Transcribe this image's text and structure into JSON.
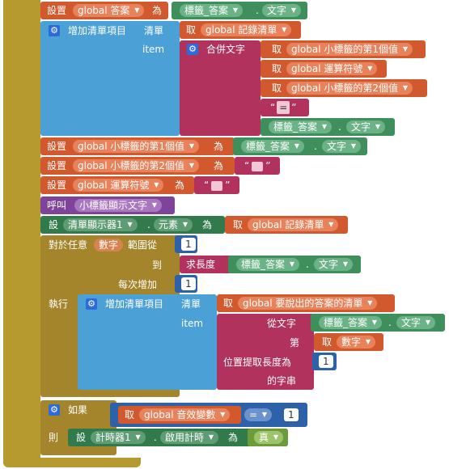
{
  "keywords": {
    "set": "設置",
    "to": "為",
    "get": "取",
    "call": "呼叫",
    "set_short": "設",
    "for_each": "對於任意",
    "from_range": "範圍從",
    "to_label": "到",
    "by_step": "每次增加",
    "do": "執行",
    "if": "如果",
    "then": "則",
    "add_items": "增加清單項目",
    "list": "清單",
    "item": "item",
    "join": "合併文字",
    "length": "求長度",
    "from_text": "從文字",
    "at": "第",
    "extract_len": "位置提取長度為",
    "substring": "的字串"
  },
  "vars": {
    "answer": "global 答案",
    "record_list": "global 記錄清單",
    "first_value": "global 小標籤的第1個值",
    "operator": "global 運算符號",
    "second_value": "global 小標籤的第2個值",
    "speak_list": "global 要說出的答案的清單",
    "sound_var": "global 音效變數",
    "digit": "數字"
  },
  "components": {
    "answer_label": "標籤_答案",
    "text_prop": "文字",
    "list_view": "清單顯示器1",
    "elements_prop": "元素",
    "timer": "計時器1",
    "timer_enabled": "啟用計時",
    "procedure": "小標籤顯示文字"
  },
  "literals": {
    "equals_str": "=",
    "one": "1",
    "eq_op": "=",
    "true_val": "真"
  },
  "colors": {
    "variable": "#d2582d",
    "list": "#4ba0d6",
    "text": "#b2325e",
    "component_set": "#317a4b",
    "component_get": "#3e8f5c",
    "math": "#2d62a8",
    "control": "#a5852c",
    "procedure": "#7e449a"
  }
}
